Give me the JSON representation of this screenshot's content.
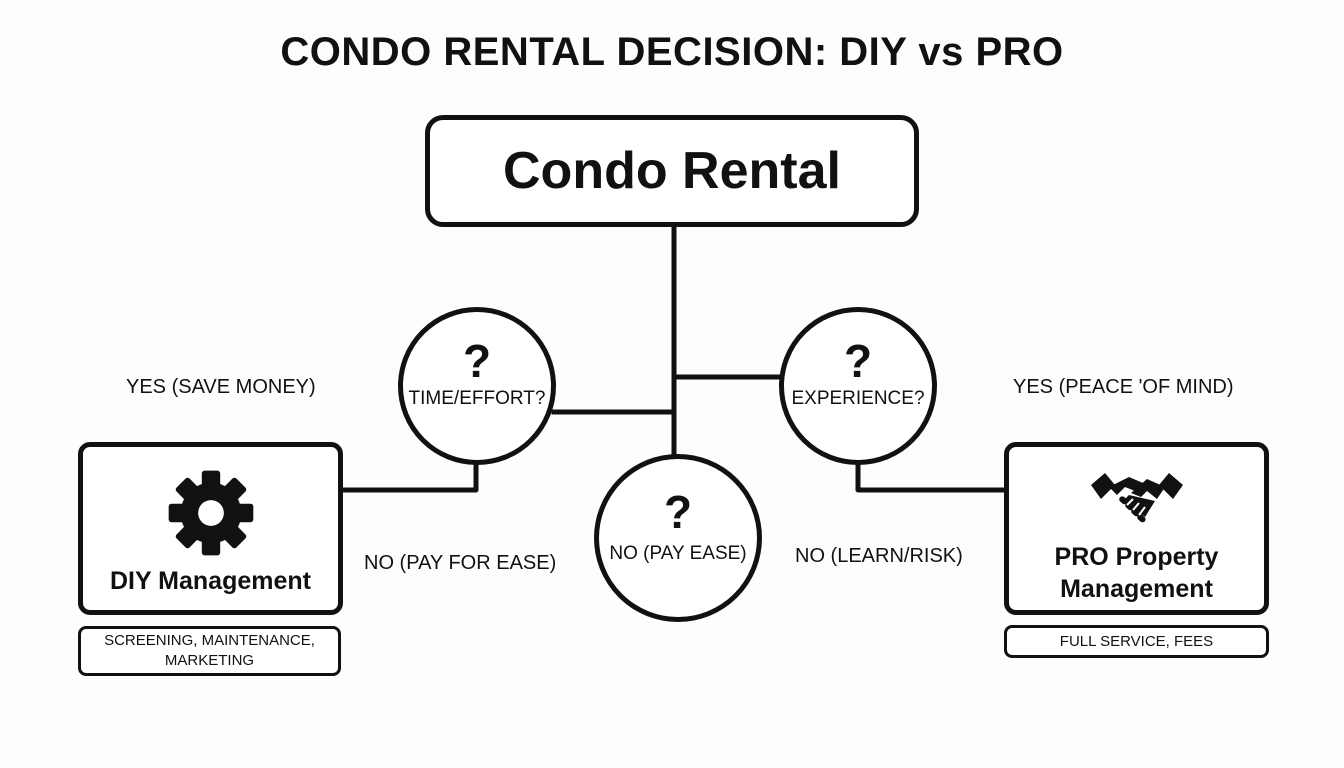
{
  "title": "CONDO RENTAL DECISION: DIY vs PRO",
  "root": {
    "label": "Condo Rental"
  },
  "decisions": [
    {
      "mark": "?",
      "label": "TIME/EFFORT?"
    },
    {
      "mark": "?",
      "label": "EXPERIENCE?"
    },
    {
      "mark": "?",
      "label": "NO (PAY EASE)"
    }
  ],
  "edge_labels": {
    "yes_left": "YES (SAVE MONEY)",
    "yes_right": "YES (PEACE 'OF MIND)",
    "no_left": "NO (PAY FOR EASE)",
    "no_right": "NO (LEARN/RISK)"
  },
  "outcomes": {
    "diy": {
      "label": "DIY Management",
      "icon": "gear-icon",
      "detail": "SCREENING, MAINTENANCE, MARKETING"
    },
    "pro": {
      "label": "PRO Property Management",
      "icon": "handshake-icon",
      "detail": "FULL SERVICE, FEES"
    }
  },
  "colors": {
    "stroke": "#111111",
    "background": "#fdfdfd"
  }
}
